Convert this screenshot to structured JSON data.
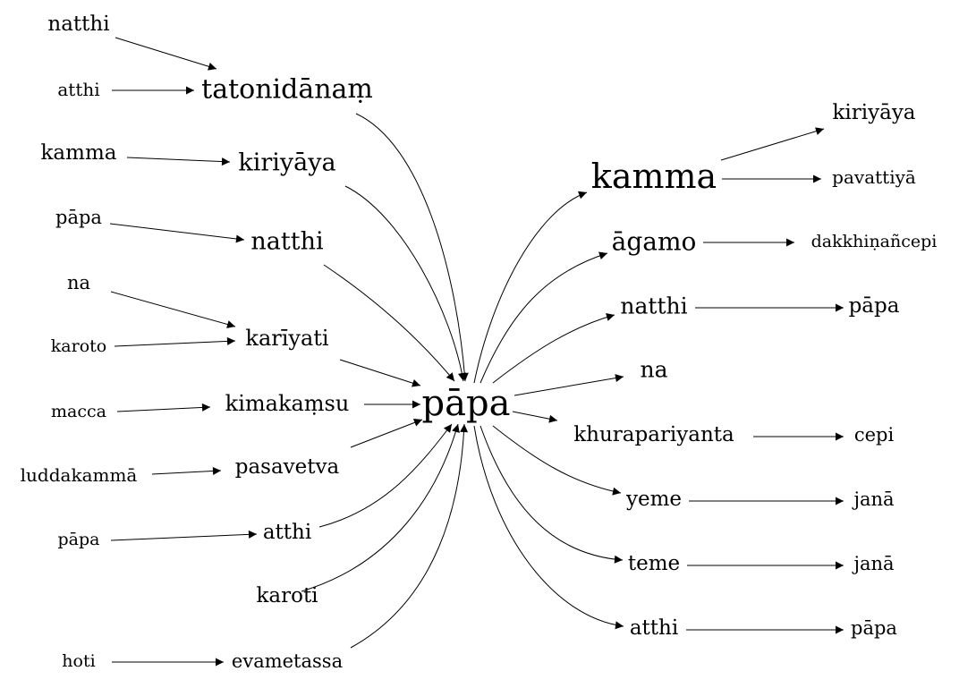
{
  "center": "pāpa",
  "incoming": {
    "level1": [
      "tatonidānaṃ",
      "kiriyāya",
      "natthi",
      "karīyati",
      "kimakaṃsu",
      "pasavetva",
      "atthi",
      "karoti",
      "evametassa"
    ],
    "level2": [
      {
        "label": "natthi",
        "target": "tatonidānaṃ"
      },
      {
        "label": "atthi",
        "target": "tatonidānaṃ"
      },
      {
        "label": "kamma",
        "target": "kiriyāya"
      },
      {
        "label": "pāpa",
        "target": "natthi"
      },
      {
        "label": "na",
        "target": "karīyati"
      },
      {
        "label": "karoto",
        "target": "karīyati"
      },
      {
        "label": "macca",
        "target": "kimakaṃsu"
      },
      {
        "label": "luddakammā",
        "target": "pasavetva"
      },
      {
        "label": "pāpa",
        "target": "atthi"
      },
      {
        "label": "hoti",
        "target": "evametassa"
      }
    ]
  },
  "outgoing": {
    "level1": [
      "kamma",
      "āgamo",
      "natthi",
      "na",
      "khurapariyanta",
      "yeme",
      "teme",
      "atthi"
    ],
    "level2": [
      {
        "source": "kamma",
        "label": "kiriyāya"
      },
      {
        "source": "kamma",
        "label": "pavattiyā"
      },
      {
        "source": "āgamo",
        "label": "dakkhiṇañcepi"
      },
      {
        "source": "natthi",
        "label": "pāpa"
      },
      {
        "source": "khurapariyanta",
        "label": "cepi"
      },
      {
        "source": "yeme",
        "label": "janā"
      },
      {
        "source": "teme",
        "label": "janā"
      },
      {
        "source": "atthi",
        "label": "pāpa"
      }
    ]
  }
}
